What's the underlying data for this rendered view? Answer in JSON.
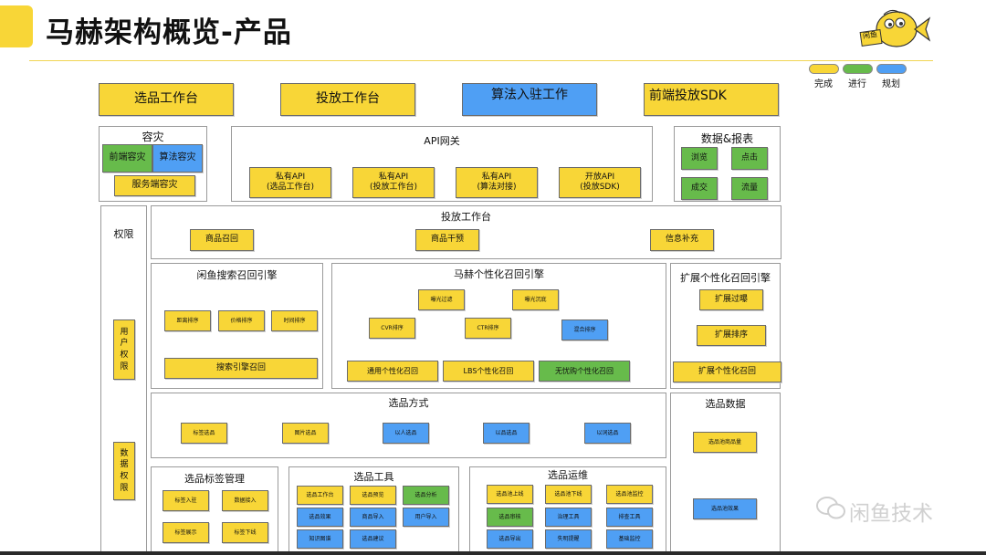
{
  "header": {
    "title": "马赫架构概览-产品"
  },
  "legend": [
    {
      "label": "完成",
      "color": "#f8d637"
    },
    {
      "label": "进行",
      "color": "#67bb4b"
    },
    {
      "label": "规划",
      "color": "#4f9ff4"
    }
  ],
  "top_row": [
    "选品工作台",
    "投放工作台",
    "算法入驻工作",
    "前端投放SDK"
  ],
  "disaster": {
    "title": "容灾",
    "items": [
      "前端容灾",
      "算法容灾",
      "服务端容灾"
    ]
  },
  "gateway": {
    "title": "API网关",
    "items": [
      "私有API\n(选品工作台)",
      "私有API\n(投放工作台)",
      "私有API\n(算法对接)",
      "开放API\n(投放SDK)"
    ]
  },
  "report": {
    "title": "数据&报表",
    "items": [
      "浏览",
      "点击",
      "成交",
      "流量"
    ]
  },
  "permissions": {
    "title": "权限",
    "user": "用\n户\n权\n限",
    "data": "数\n据\n权\n限"
  },
  "delivery": {
    "title": "投放工作台",
    "items": [
      "商品召回",
      "商品干预",
      "信息补充"
    ]
  },
  "xianyu_search": {
    "title": "闲鱼搜索召回引擎",
    "items": [
      "距离排序",
      "价格排序",
      "时间排序",
      "搜索引擎召回"
    ]
  },
  "mahe_engine": {
    "title": "马赫个性化召回引擎",
    "items": [
      "曝光过滤",
      "曝光沉底",
      "CVR排序",
      "CTR排序",
      "混合排序",
      "通用个性化召回",
      "LBS个性化召回",
      "无忧购个性化召回"
    ]
  },
  "ext_engine": {
    "title": "扩展个性化召回引擎",
    "items": [
      "扩展过曝",
      "扩展排序",
      "扩展个性化召回"
    ]
  },
  "selection_method": {
    "title": "选品方式",
    "items": [
      "标签选品",
      "图片选品",
      "以人选品",
      "以品选品",
      "以词选品"
    ]
  },
  "selection_data": {
    "title": "选品数据",
    "items": [
      "选品池商品量",
      "选品池效果"
    ]
  },
  "tag_mgmt": {
    "title": "选品标签管理",
    "items": [
      "标签入驻",
      "数据接入",
      "标签展示",
      "标签下线"
    ]
  },
  "tools": {
    "title": "选品工具",
    "items": [
      "选品工作台",
      "选品预览",
      "选品分析",
      "选品效果",
      "商品导入",
      "用户导入",
      "知识图谱",
      "选品建议"
    ]
  },
  "ops": {
    "title": "选品运维",
    "items": [
      "选品池上线",
      "选品池下线",
      "选品池监控",
      "选品审核",
      "治理工具",
      "排查工具",
      "选品导出",
      "失明提醒",
      "基础监控"
    ]
  },
  "watermark": {
    "text": "闲鱼技术",
    "mascot_badge": "闲鱼"
  }
}
